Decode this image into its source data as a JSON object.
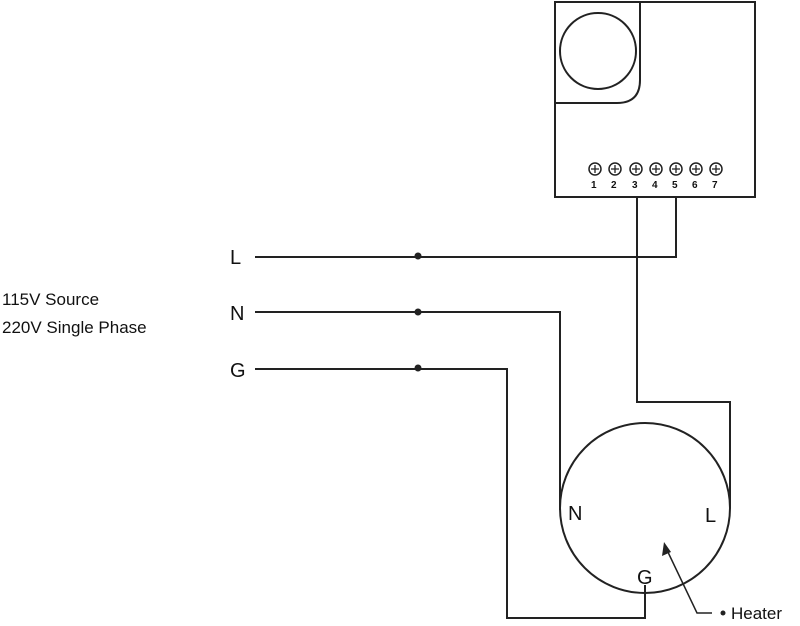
{
  "source": {
    "line1": "115V Source",
    "line2": "220V Single Phase"
  },
  "lines": {
    "l_label": "L",
    "n_label": "N",
    "g_label": "G"
  },
  "controller": {
    "terminals": [
      "1",
      "2",
      "3",
      "4",
      "5",
      "6",
      "7"
    ]
  },
  "heater": {
    "n_label": "N",
    "l_label": "L",
    "g_label": "G",
    "callout": "Heater"
  }
}
